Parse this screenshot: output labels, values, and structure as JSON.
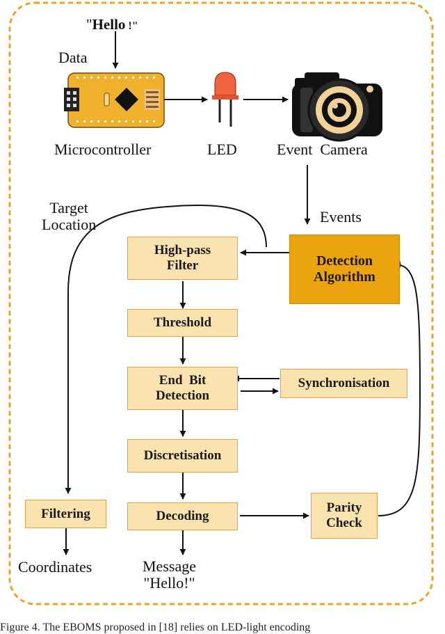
{
  "top": {
    "hello_prefix": "\"",
    "hello_word": "Hello",
    "hello_suffix": " !\"",
    "data_label": "Data",
    "microcontroller_label": "Microcontroller",
    "led_label": "LED",
    "camera_label": "Event  Camera"
  },
  "flow": {
    "events_label": "Events",
    "target_location_line1": "Target",
    "target_location_line2": "Location",
    "high_pass_filter_line1": "High-pass",
    "high_pass_filter_line2": "Filter",
    "threshold": "Threshold",
    "end_bit_line1": "End  Bit",
    "end_bit_line2": "Detection",
    "synchronisation": "Synchronisation",
    "discretisation": "Discretisation",
    "decoding": "Decoding",
    "parity_line1": "Parity",
    "parity_line2": "Check",
    "detection_line1": "Detection",
    "detection_line2": "Algorithm",
    "filtering": "Filtering",
    "coordinates": "Coordinates",
    "message_line1": "Message",
    "message_line2": "\"Hello!\""
  },
  "caption": "Figure 4.   The EBOMS proposed in [18] relies on LED-light encoding",
  "colors": {
    "border": "#eca12c",
    "light_box": "#fbe3b0",
    "dark_box": "#eba30e",
    "board": "#f0b12c"
  }
}
